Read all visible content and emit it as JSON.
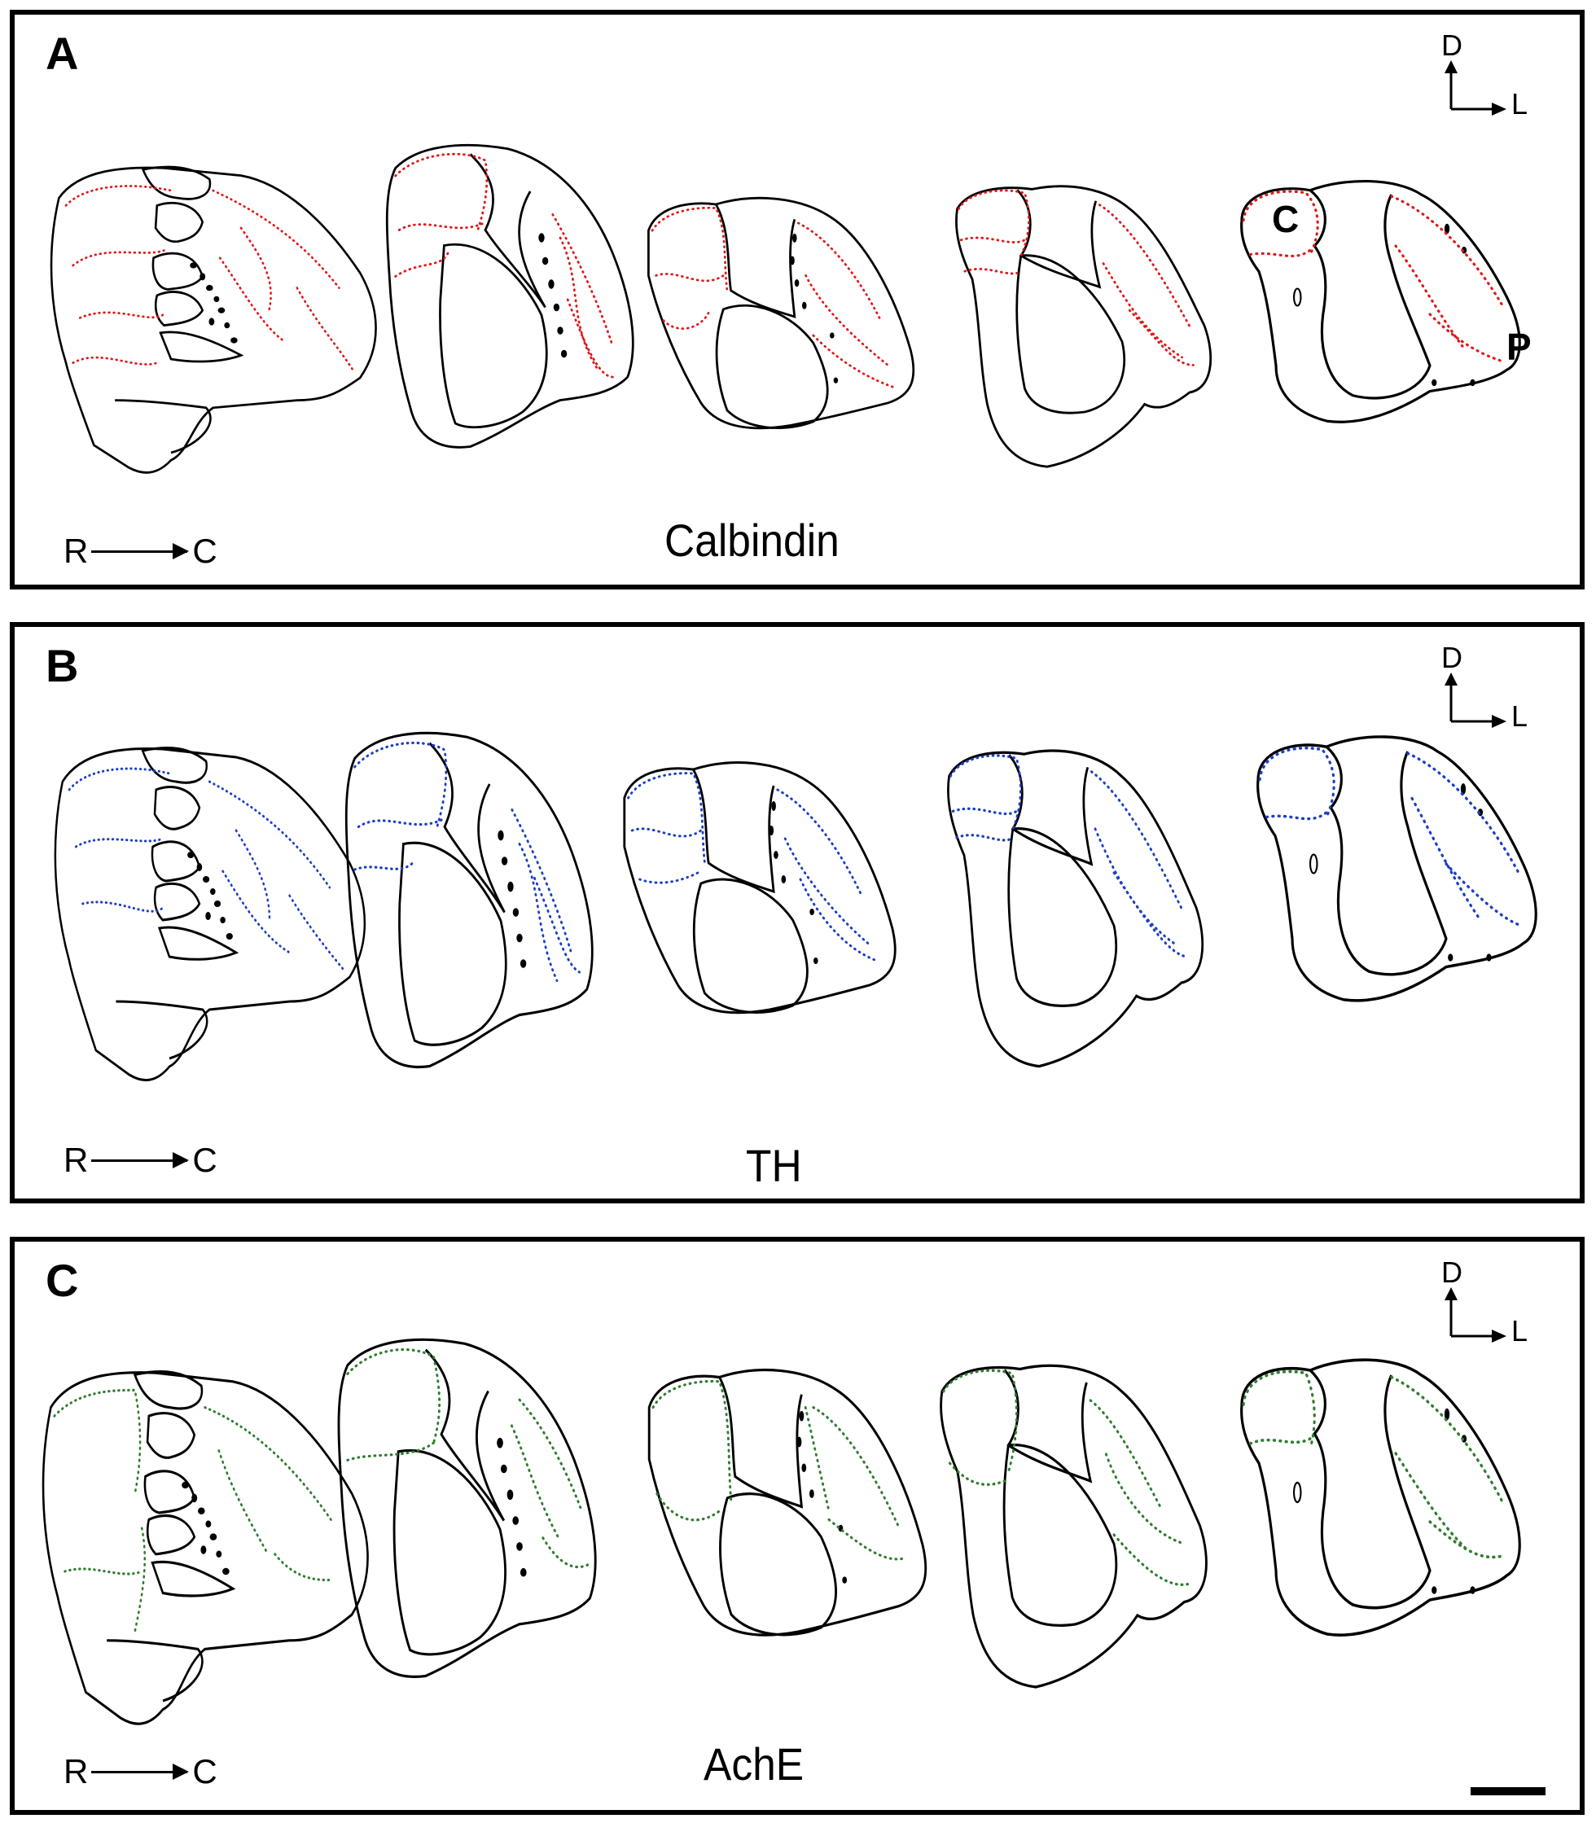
{
  "figure": {
    "panels": [
      {
        "letter": "A",
        "stain": "Calbindin",
        "dot_color": "#e01818",
        "axis_rc": {
          "from": "R",
          "to": "C"
        },
        "orientation": {
          "up": "D",
          "right": "L"
        },
        "region_labels": [
          {
            "text": "C"
          },
          {
            "text": "P"
          }
        ]
      },
      {
        "letter": "B",
        "stain": "TH",
        "dot_color": "#1a3fc4",
        "axis_rc": {
          "from": "R",
          "to": "C"
        },
        "orientation": {
          "up": "D",
          "right": "L"
        }
      },
      {
        "letter": "C",
        "stain": "AchE",
        "dot_color": "#2e7d2e",
        "axis_rc": {
          "from": "R",
          "to": "C"
        },
        "orientation": {
          "up": "D",
          "right": "L"
        },
        "scale_bar": true
      }
    ],
    "sections_per_panel": 5,
    "line_color": "#000000"
  }
}
